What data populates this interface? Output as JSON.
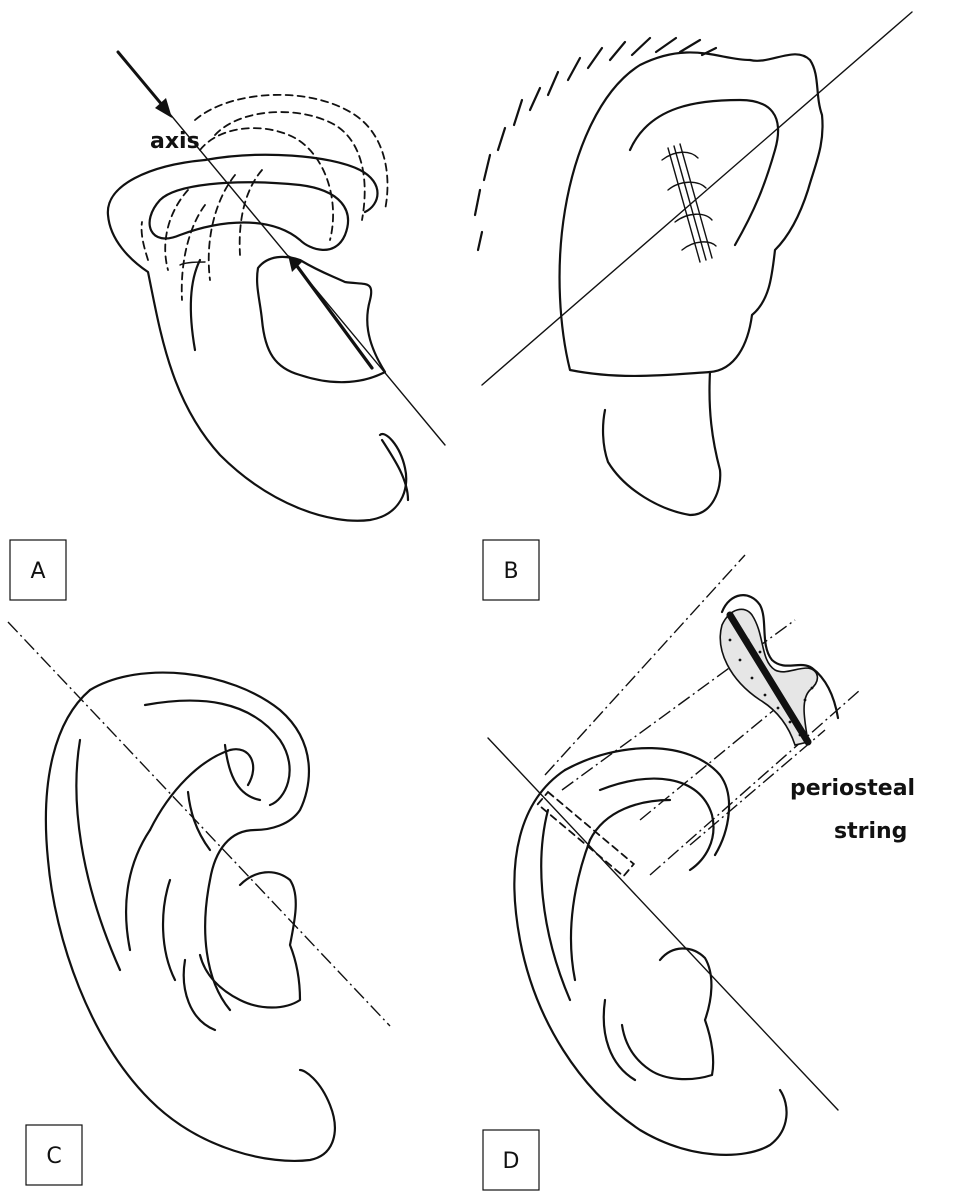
{
  "panels": {
    "a": {
      "label": "A",
      "annotation": "axis"
    },
    "b": {
      "label": "B"
    },
    "c": {
      "label": "C"
    },
    "d": {
      "label": "D",
      "annotation_line1": "periosteal",
      "annotation_line2": "string"
    }
  }
}
